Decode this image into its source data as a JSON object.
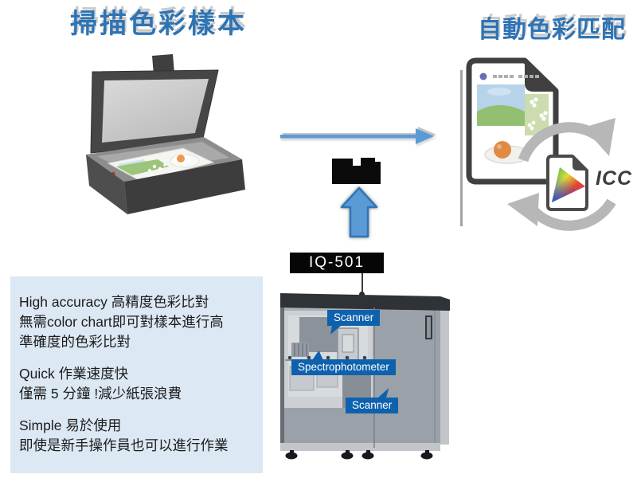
{
  "page": {
    "background": "#ffffff"
  },
  "titles": {
    "left": "掃描色彩樣本",
    "right": "自動色彩匹配",
    "color": "#2e74b5"
  },
  "flow": {
    "iq_label": "IQ-501",
    "arrow_color": "#5b9bd5",
    "arrow_border_color": "#2e75b6"
  },
  "machine": {
    "label_bg": "#0e61ad",
    "labels": {
      "scanner_top": "Scanner",
      "spectrophotometer": "Spectrophotometer",
      "scanner_bottom": "Scanner"
    }
  },
  "output": {
    "icc_label": "ICC"
  },
  "info_box": {
    "bg": "#dce8f4",
    "paragraphs": [
      {
        "lines": [
          "High accuracy 高精度色彩比對",
          "無需color chart即可對樣本進行高",
          "準確度的色彩比對"
        ]
      },
      {
        "lines": [
          "Quick 作業速度快",
          "僅需 5 分鐘 !減少紙張浪費"
        ]
      },
      {
        "lines": [
          "Simple 易於使用",
          "即使是新手操作員也可以進行作業"
        ]
      }
    ]
  }
}
